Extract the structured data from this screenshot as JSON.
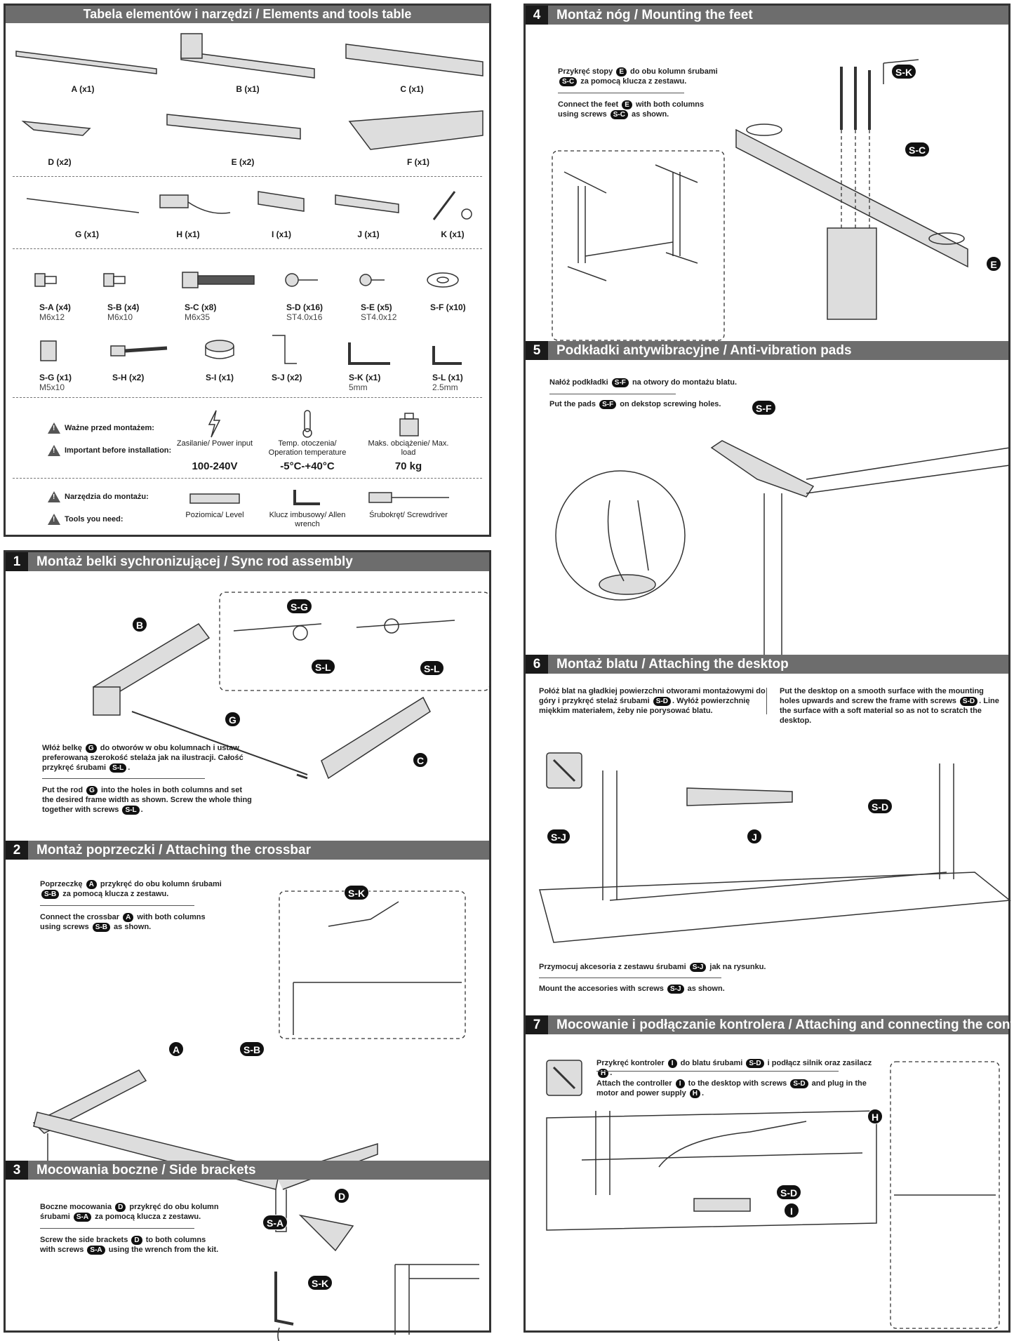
{
  "tools_table": {
    "title": "Tabela elementów i narzędzi / Elements and tools table",
    "parts": [
      {
        "label": "A (x1)"
      },
      {
        "label": "B (x1)"
      },
      {
        "label": "C (x1)"
      },
      {
        "label": "D (x2)"
      },
      {
        "label": "E (x2)"
      },
      {
        "label": "F (x1)"
      },
      {
        "label": "G (x1)"
      },
      {
        "label": "H (x1)"
      },
      {
        "label": "I (x1)"
      },
      {
        "label": "J (x1)"
      },
      {
        "label": "K (x1)"
      }
    ],
    "screws": [
      {
        "label": "S-A (x4)",
        "spec": "M6x12"
      },
      {
        "label": "S-B (x4)",
        "spec": "M6x10"
      },
      {
        "label": "S-C (x8)",
        "spec": "M6x35"
      },
      {
        "label": "S-D (x16)",
        "spec": "ST4.0x16"
      },
      {
        "label": "S-E (x5)",
        "spec": "ST4.0x12"
      },
      {
        "label": "S-F (x10)",
        "spec": ""
      },
      {
        "label": "S-G (x1)",
        "spec": "M5x10"
      },
      {
        "label": "S-H (x2)",
        "spec": ""
      },
      {
        "label": "S-I (x1)",
        "spec": ""
      },
      {
        "label": "S-J (x2)",
        "spec": ""
      },
      {
        "label": "S-K (x1)",
        "spec": "5mm"
      },
      {
        "label": "S-L (x1)",
        "spec": "2.5mm"
      }
    ],
    "important_pl": "Ważne przed montażem:",
    "important_en": "Important before installation:",
    "specs": [
      {
        "label": "Zasilanie/ Power input",
        "value": "100-240V",
        "icon": "lightning-icon"
      },
      {
        "label": "Temp. otoczenia/ Operation temperature",
        "value": "-5°C-+40°C",
        "icon": "thermometer-icon"
      },
      {
        "label": "Maks. obciążenie/ Max. load",
        "value": "70 kg",
        "icon": "weight-icon"
      }
    ],
    "tools_pl": "Narzędzia do montażu:",
    "tools_en": "Tools you need:",
    "tools": [
      {
        "label": "Poziomica/ Level",
        "icon": "level-icon"
      },
      {
        "label": "Klucz imbusowy/ Allen wrench",
        "icon": "allen-wrench-icon"
      },
      {
        "label": "Śrubokręt/ Screwdriver",
        "icon": "screwdriver-icon"
      }
    ]
  },
  "steps": [
    {
      "num": "1",
      "title": "Montaż belki sychronizującej / Sync rod assembly",
      "pl": [
        "Włóż belkę ",
        "G",
        " do otworów w obu kolumnach i ustaw preferowaną szerokość stelaża jak na ilustracji. Całość przykręć śrubami ",
        "S-L",
        "."
      ],
      "en": [
        "Put the rod ",
        "G",
        " into the holes in both columns and set the desired frame width as shown. Screw the whole thing together with screws ",
        "S-L",
        "."
      ],
      "callouts": [
        "B",
        "G",
        "C",
        "S-G",
        "S-L",
        "S-L"
      ]
    },
    {
      "num": "2",
      "title": "Montaż poprzeczki / Attaching the crossbar",
      "pl": [
        "Poprzeczkę ",
        "A",
        " przykręć do obu kolumn śrubami ",
        "S-B",
        " za pomocą klucza z zestawu."
      ],
      "en": [
        "Connect the crossbar ",
        "A",
        " with both columns using screws ",
        "S-B",
        " as shown."
      ],
      "callouts": [
        "S-K",
        "A",
        "S-B"
      ]
    },
    {
      "num": "3",
      "title": "Mocowania boczne / Side brackets",
      "pl": [
        "Boczne mocowania ",
        "D",
        " przykręć do obu kolumn śrubami ",
        "S-A",
        " za pomocą klucza z zestawu."
      ],
      "en": [
        "Screw the side brackets ",
        "D",
        " to both columns with screws ",
        "S-A",
        " using the wrench from the kit."
      ],
      "callouts": [
        "D",
        "S-A",
        "S-K"
      ]
    },
    {
      "num": "4",
      "title": "Montaż nóg / Mounting the feet",
      "pl": [
        "Przykręć stopy ",
        "E",
        " do obu kolumn śrubami ",
        "S-C",
        " za pomocą klucza z zestawu."
      ],
      "en": [
        "Connect the feet ",
        "E",
        " with both columns using screws ",
        "S-C",
        " as shown."
      ],
      "callouts": [
        "S-K",
        "S-C",
        "E"
      ]
    },
    {
      "num": "5",
      "title": "Podkładki antywibracyjne / Anti-vibration pads",
      "pl": [
        "Nałóż podkładki ",
        "S-F",
        " na otwory do montażu blatu."
      ],
      "en": [
        "Put the pads ",
        "S-F",
        " on dekstop screwing holes."
      ],
      "callouts": [
        "S-F"
      ]
    },
    {
      "num": "6",
      "title": "Montaż blatu / Attaching the desktop",
      "pl": [
        "Połóż blat na gładkiej powierzchni otworami montażowymi do góry i przykręć stelaż śrubami ",
        "S-D",
        ". Wyłóż powierzchnię miękkim materiałem, żeby nie porysować blatu."
      ],
      "en": [
        "Put the desktop on a smooth surface with the mounting holes upwards and screw the frame with screws ",
        "S-D",
        ". Line the surface with a soft material so as not to scratch the desktop."
      ],
      "pl2": [
        "Przymocuj akcesoria z zestawu śrubami ",
        "S-J",
        " jak na rysunku."
      ],
      "en2": [
        "Mount the accesories with screws ",
        "S-J",
        " as shown."
      ],
      "callouts": [
        "J",
        "S-D",
        "S-J"
      ]
    },
    {
      "num": "7",
      "title": "Mocowanie i podłączanie kontrolera / Attaching and connecting the controller",
      "pl": [
        "Przykręć kontroler ",
        "I",
        " do blatu śrubami ",
        "S-D",
        " i podłącz silnik oraz zasilacz ",
        "H",
        "."
      ],
      "en": [
        "Attach the controller ",
        "I",
        " to the desktop with screws ",
        "S-D",
        " and plug in the motor and power supply ",
        "H",
        "."
      ],
      "callouts": [
        "H",
        "S-D",
        "I"
      ]
    }
  ]
}
